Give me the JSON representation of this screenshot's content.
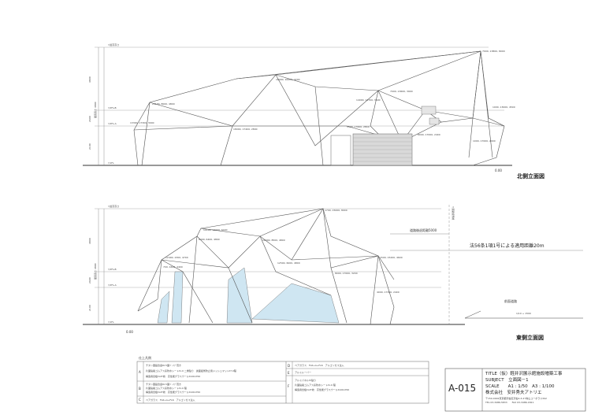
{
  "elevations": {
    "north": {
      "caption": "北側立面図",
      "level_labels": [
        "▽最高高さ",
        "▽2FL-B",
        "▽2FL-A",
        "▽1FL"
      ],
      "dims_left": [
        "4800",
        "2600",
        "2100"
      ],
      "dim_vertical_label": "最高高さ 4800",
      "point_labels": [
        {
          "id": "17",
          "label": "7000, 13800, 8000"
        },
        {
          "id": "20",
          "label": "16000, 10000, 4200"
        },
        {
          "id": "5",
          "label": "24100, 8000, 4800"
        },
        {
          "id": "12",
          "label": "13300, 17300, 3000"
        },
        {
          "id": "11",
          "label": "18000, 17400, 2800"
        },
        {
          "id": "8",
          "label": "7000, 13600, 3900"
        },
        {
          "id": "4",
          "label": "14000, 11700, 3600"
        },
        {
          "id": "N",
          "label": "5500, 17600, 2840"
        },
        {
          "id": "1",
          "label": "1000, 13000, 4500"
        },
        {
          "id": "2",
          "label": "8000, 17000, 2400"
        },
        {
          "id": "15",
          "label": "1000, 17000, 2000"
        }
      ],
      "ground_label": "0.00"
    },
    "east": {
      "caption": "東側立面図",
      "level_labels": [
        "▽最高高さ",
        "▽2FL-B",
        "▽2FL-A",
        "▽1FL"
      ],
      "dims_left": [
        "4800",
        "2600",
        "2100"
      ],
      "dim_vertical_label": "最高高さ 4800",
      "point_labels": [
        {
          "id": "18",
          "label": "1700, 15000, 8000"
        },
        {
          "id": "19",
          "label": "10100, 13000, 6400"
        },
        {
          "id": "2",
          "label": "8400, 6400, 4800"
        },
        {
          "id": "9",
          "label": "16000, 8500, 4800"
        },
        {
          "id": "20",
          "label": "12500, 6000, 4800"
        },
        {
          "id": "12",
          "label": "12400, 2300, 4700"
        },
        {
          "id": "13",
          "label": "1500, 15200, 4600"
        },
        {
          "id": "1",
          "label": "700, 1600, 4400"
        },
        {
          "id": "17",
          "label": "8000, 17000, 3200"
        },
        {
          "id": "15",
          "label": "4000, 17300, 2400"
        }
      ],
      "setback_label": "道路後退距離5000",
      "boundary_label": "▽道路境界線",
      "law_note": "法56条1項1号による適用距離20m",
      "road_label": "前面道路",
      "road_slope": "1/10 + 1500",
      "ground_label": "0.00"
    }
  },
  "finish_legend": {
    "title": "仕上凡例",
    "items": [
      {
        "key": "A",
        "lines": [
          "チタン亜鉛合金t0.5面ﾊﾟｰﾂﾌﾟ葺き",
          "片面粘着ゴムアス系防水シートt1.0 二重貼り　裏面緩衝防止用メッシュマットt7.0程",
          "構造用合板t12T枚　高性能グラスウールt100×t50"
        ]
      },
      {
        "key": "B",
        "lines": [
          "チタン亜鉛合金t0.5面ﾊﾟｰﾂﾌﾟ葺き",
          "片面粘着ゴムアス系防水シートt1.0 程",
          "構造用合板t12T枚　高性能グラスウールt100×t50"
        ]
      },
      {
        "key": "C",
        "lines": [
          "ペアガラス　FL6+A+FL6　アルゴンガス注入"
        ]
      },
      {
        "key": "D",
        "lines": [
          "ペアガラス　FL6+A+FL6　アルゴンガス注入"
        ]
      },
      {
        "key": "E",
        "lines": [
          "アルミルーバー"
        ]
      },
      {
        "key": "F",
        "lines": [
          "アルミパネルt3貼り",
          "片面粘着ゴムアス系防水シートt1.0 程",
          "構造用合板t12T枚　高性能グラスウールt100×t50"
        ]
      }
    ]
  },
  "title_block": {
    "drawing_no": "A-015",
    "title": "TITLE（仮）軽井沢展示館施設増築工事",
    "subject": "SUBJECT　立面図－1",
    "scale": "SCALE　　A1 : 1/50　A3 : 1/100",
    "company": "株式会社　安井秀夫アトリエ",
    "address": "〒150-0002東京都渋谷区渋谷4-3-27青山コーポラス302",
    "tel": "TEL 03-3486-5833　　FAX 03-3486-1821"
  },
  "colors": {
    "line": "#555555",
    "dim_line": "#777777",
    "glass": "#cfe6f2",
    "shutter": "#d9d9d9"
  }
}
